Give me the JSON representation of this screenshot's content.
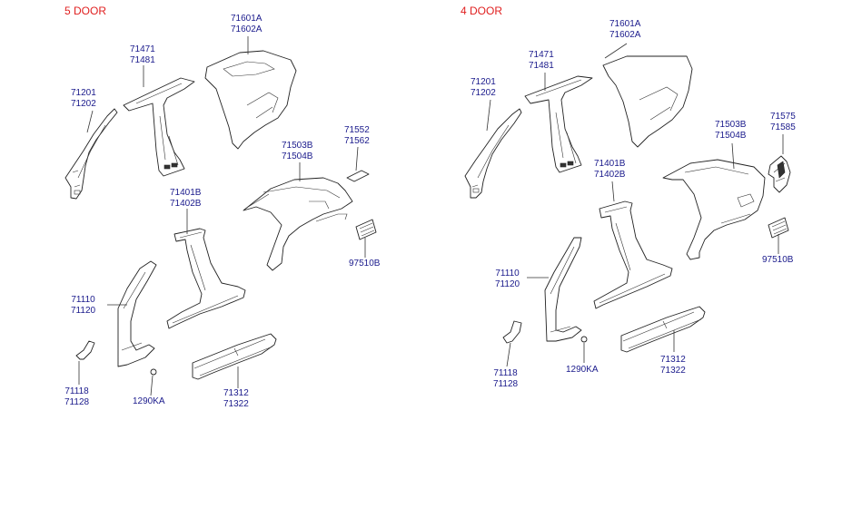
{
  "five_door": {
    "title": "5 DOOR",
    "parts": {
      "p71201": [
        "71201",
        "71202"
      ],
      "p71471": [
        "71471",
        "71481"
      ],
      "p71601": [
        "71601A",
        "71602A"
      ],
      "p71503": [
        "71503B",
        "71504B"
      ],
      "p71552": [
        "71552",
        "71562"
      ],
      "p71401": [
        "71401B",
        "71402B"
      ],
      "p97510": [
        "97510B"
      ],
      "p71110": [
        "71110",
        "71120"
      ],
      "p71118": [
        "71118",
        "71128"
      ],
      "p1290": [
        "1290KA"
      ],
      "p71312": [
        "71312",
        "71322"
      ]
    }
  },
  "four_door": {
    "title": "4 DOOR",
    "parts": {
      "p71201": [
        "71201",
        "71202"
      ],
      "p71471": [
        "71471",
        "71481"
      ],
      "p71601": [
        "71601A",
        "71602A"
      ],
      "p71503": [
        "71503B",
        "71504B"
      ],
      "p71575": [
        "71575",
        "71585"
      ],
      "p71401": [
        "71401B",
        "71402B"
      ],
      "p97510": [
        "97510B"
      ],
      "p71110": [
        "71110",
        "71120"
      ],
      "p71118": [
        "71118",
        "71128"
      ],
      "p1290": [
        "1290KA"
      ],
      "p71312": [
        "71312",
        "71322"
      ]
    }
  }
}
